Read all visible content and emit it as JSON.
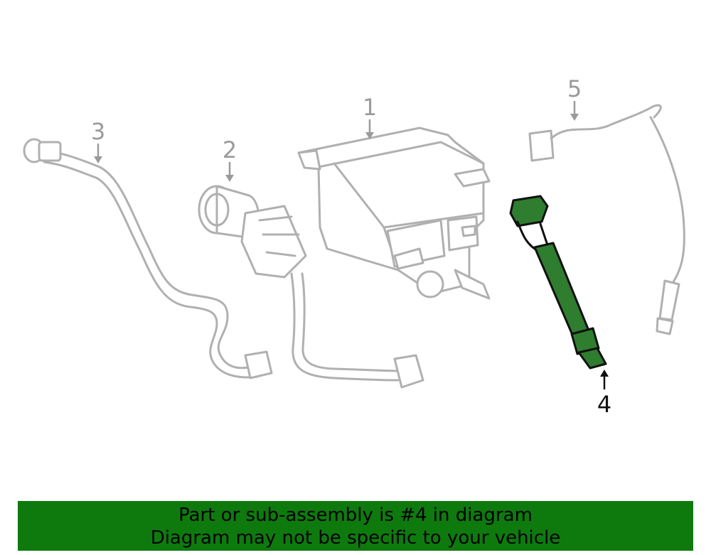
{
  "callouts": {
    "part_1": "1",
    "part_2": "2",
    "part_3": "3",
    "part_4": "4",
    "part_5": "5"
  },
  "highlight_color": "#2f7d2f",
  "banner": {
    "line1": "Part or sub-assembly is #4 in diagram",
    "line2": "Diagram may not be specific to your vehicle",
    "background": "#0e7a0e"
  }
}
